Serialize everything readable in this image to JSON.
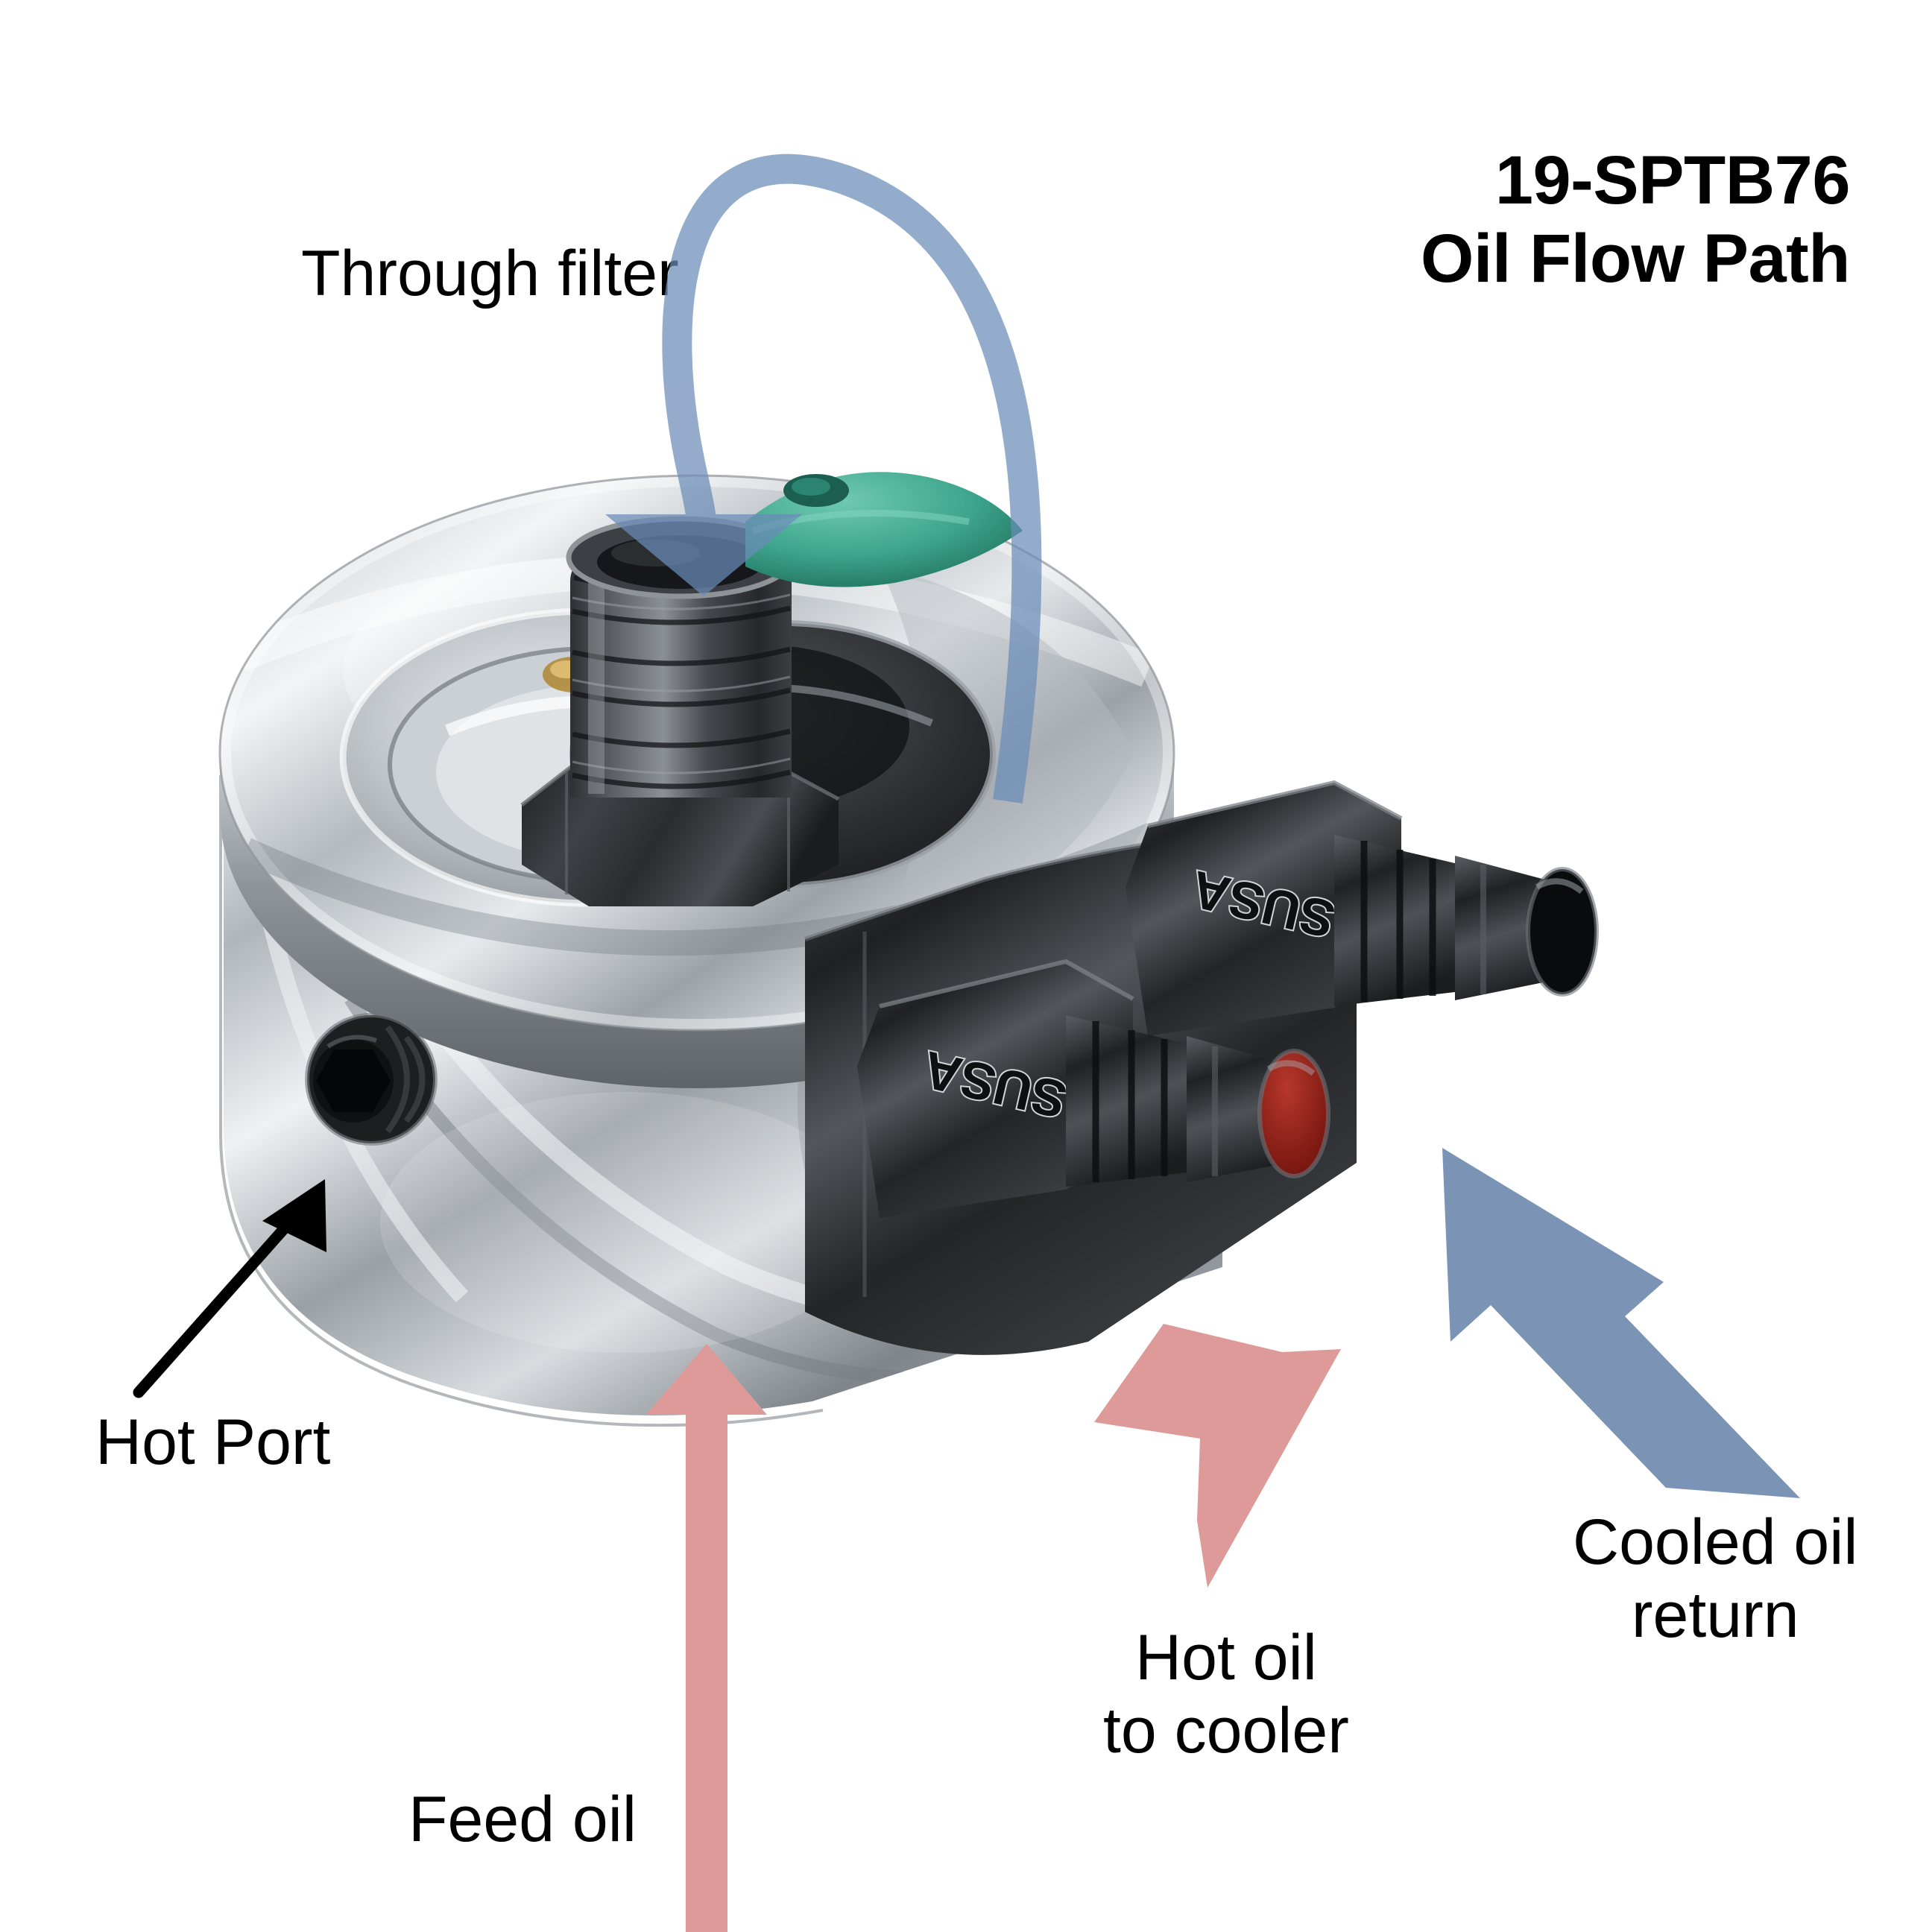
{
  "title": {
    "part_number": "19-SPTB76",
    "subtitle": "Oil Flow Path",
    "full": "19-SPTB76\nOil Flow Path"
  },
  "labels": {
    "through_filter": "Through filter",
    "hot_port": "Hot Port",
    "feed_oil": "Feed oil",
    "hot_oil_to_cooler": "Hot oil\nto cooler",
    "cooled_oil_return": "Cooled oil\nreturn"
  },
  "product": {
    "name": "Oil filter sandwich adapter plate",
    "brand_marking": "SUSA",
    "brand_marking_count": 2,
    "body_finish": "polished aluminum",
    "fitting_finish": "black anodized",
    "oring_color": "#3ea58c"
  },
  "flow_arrows": [
    {
      "name": "through-filter-arc",
      "label": "Through filter",
      "color": "#7f9cc0",
      "direction": "arc-down-left",
      "style": "curved-arc"
    },
    {
      "name": "feed-oil-arrow",
      "label": "Feed oil",
      "color": "#dd9a98",
      "direction": "up",
      "style": "straight"
    },
    {
      "name": "hot-oil-arrow",
      "label": "Hot oil to cooler",
      "color": "#dd9a98",
      "direction": "down-right",
      "style": "straight"
    },
    {
      "name": "cooled-return-arrow",
      "label": "Cooled oil return",
      "color": "#7b93b5",
      "direction": "up-left",
      "style": "straight"
    },
    {
      "name": "hot-port-pointer",
      "label": "Hot Port",
      "color": "#000000",
      "direction": "up-right",
      "style": "thin-line"
    }
  ],
  "colors": {
    "background": "#ffffff",
    "text": "#000000",
    "blue_flow": "#7b93b5",
    "blue_arc": "#7f9cc0",
    "pink_flow": "#dd9a98",
    "metal_light": "#e8eaec",
    "metal_mid": "#b9bec3",
    "metal_dark": "#7d8288",
    "fitting_black": "#2a2a2c",
    "oring_green": "#3ea58c",
    "bore_red": "#8e1b14"
  }
}
